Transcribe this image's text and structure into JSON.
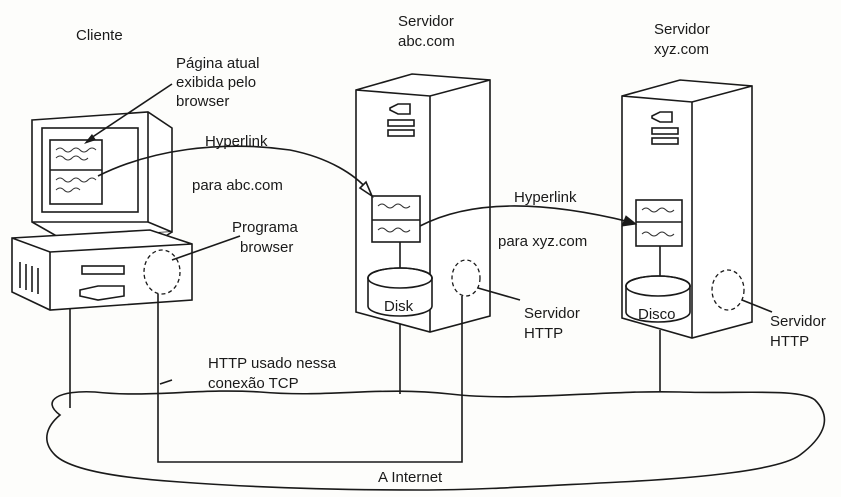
{
  "labels": {
    "client": "Cliente",
    "page_caption": [
      "Página atual",
      "exibida pelo",
      "browser"
    ],
    "hyperlink1": "Hyperlink",
    "hyperlink1_target": "para abc.com",
    "browser_program": [
      "Programa",
      "browser"
    ],
    "http_note": [
      "HTTP usado nessa",
      "conexão TCP"
    ],
    "server1_title": [
      "Servidor",
      "abc.com"
    ],
    "server1_disk": "Disk",
    "server1_http": [
      "Servidor",
      "HTTP"
    ],
    "hyperlink2": "Hyperlink",
    "hyperlink2_target": "para xyz.com",
    "server2_title": [
      "Servidor",
      "xyz.com"
    ],
    "server2_disk": "Disco",
    "server2_http": [
      "Servidor",
      "HTTP"
    ],
    "internet": "A Internet"
  }
}
